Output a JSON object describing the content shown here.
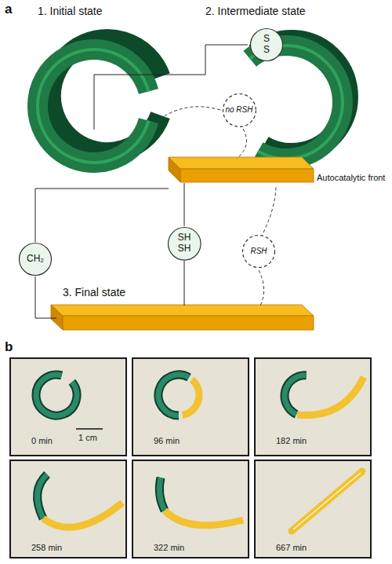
{
  "diagram": {
    "nodes": [
      {
        "text": [
          "S S"
        ]
      },
      {
        "text": [
          "no RSH"
        ]
      },
      {
        "text": [
          "CH₂"
        ]
      },
      {
        "text": [
          "SH SH"
        ]
      },
      {
        "text": [
          "RSH"
        ]
      },
      {
        "text": [
          "0 min",
          "1 cm"
        ]
      },
      {
        "text": [
          "96 min"
        ]
      },
      {
        "text": [
          "182 min"
        ]
      },
      {
        "text": [
          "258 min"
        ]
      },
      {
        "text": [
          "322 min"
        ]
      },
      {
        "text": [
          "667 min"
        ]
      }
    ],
    "labels": [
      "a",
      "1. Initial state",
      "2. Intermediate state",
      "Autocatalytic front",
      "3. Final state",
      "b"
    ]
  }
}
